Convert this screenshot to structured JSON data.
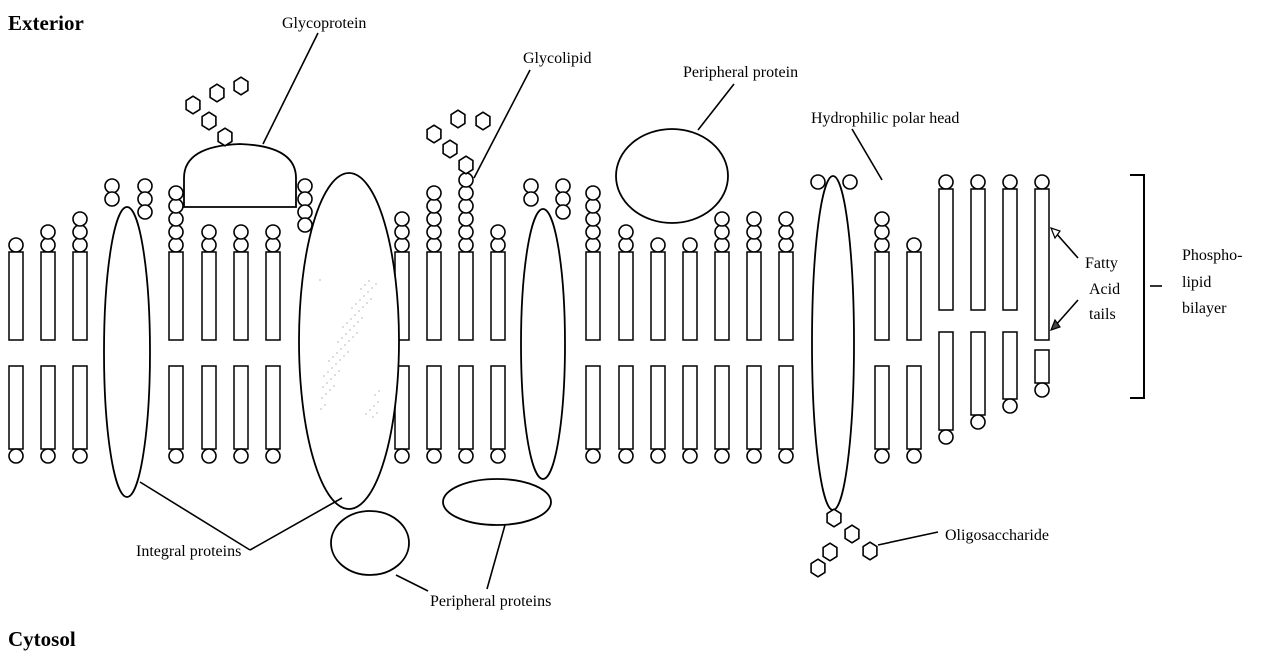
{
  "regions": {
    "exterior": "Exterior",
    "cytosol": "Cytosol"
  },
  "labels": {
    "glycoprotein": "Glycoprotein",
    "glycolipid": "Glycolipid",
    "peripheral_protein": "Peripheral protein",
    "hydrophilic_polar_head": "Hydrophilic polar head",
    "fatty_acid_tails": [
      "Fatty",
      "Acid",
      "tails"
    ],
    "phospholipid_bilayer": [
      "Phospho-",
      "lipid",
      "bilayer"
    ],
    "integral_proteins": "Integral proteins",
    "peripheral_proteins": "Peripheral proteins",
    "oligosaccharide": "Oligosaccharide"
  },
  "colors": {
    "stroke": "#000000",
    "fill": "#ffffff"
  }
}
